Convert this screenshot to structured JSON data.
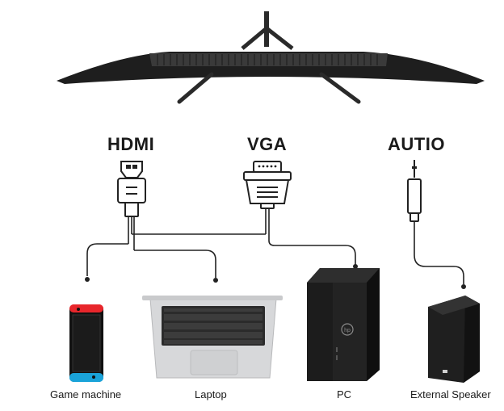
{
  "ports": {
    "hdmi": "HDMI",
    "vga": "VGA",
    "audio": "AUTIO"
  },
  "devices": {
    "game": "Game machine",
    "laptop": "Laptop",
    "pc": "PC",
    "speaker": "External Speaker"
  },
  "colors": {
    "monitor": "#1e1e1e",
    "cable": "#222222",
    "switch_left": "#e8262b",
    "switch_right": "#1aa3d9",
    "laptop_body": "#d7d8da",
    "pc_body": "#1c1c1c",
    "speaker_body": "#1f1f1f"
  }
}
